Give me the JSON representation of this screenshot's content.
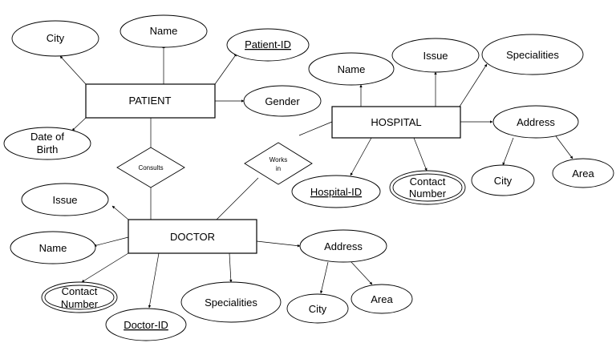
{
  "entities": {
    "patient": "PATIENT",
    "hospital": "HOSPITAL",
    "doctor": "DOCTOR"
  },
  "relationships": {
    "consults": "Consults",
    "works_in_1": "Works",
    "works_in_2": "in"
  },
  "patient_attrs": {
    "city": "City",
    "name": "Name",
    "patient_id": "Patient-ID",
    "gender": "Gender",
    "dob_1": "Date of",
    "dob_2": "Birth"
  },
  "hospital_attrs": {
    "name": "Name",
    "issue": "Issue",
    "specialities": "Specialities",
    "address": "Address",
    "city": "City",
    "area": "Area",
    "hospital_id": "Hospital-ID",
    "contact_1": "Contact",
    "contact_2": "Number"
  },
  "doctor_attrs": {
    "issue": "Issue",
    "name": "Name",
    "contact_1": "Contact",
    "contact_2": "Number",
    "doctor_id": "Doctor-ID",
    "specialities": "Specialities",
    "address": "Address",
    "city": "City",
    "area": "Area"
  }
}
